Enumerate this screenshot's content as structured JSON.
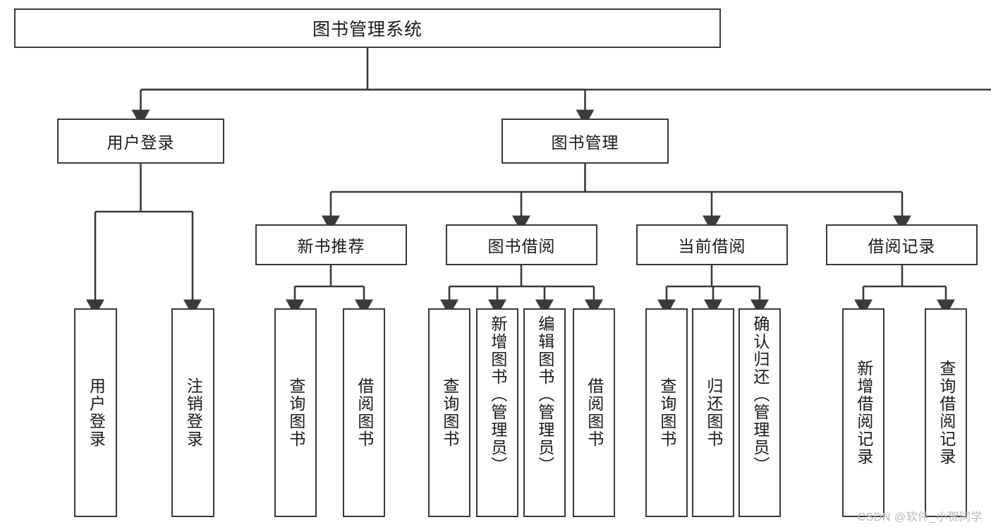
{
  "diagram": {
    "type": "tree-hierarchy",
    "title": "图书管理系统",
    "orientation": "top-down",
    "stroke_color": "#3a3a3a",
    "fill_color": "#ffffff",
    "text_color": "#1a1a1a"
  },
  "root": {
    "label": "图书管理系统"
  },
  "level1": [
    {
      "label": "用户登录"
    },
    {
      "label": "图书管理"
    }
  ],
  "level2": [
    {
      "label": "新书推荐"
    },
    {
      "label": "图书借阅"
    },
    {
      "label": "当前借阅"
    },
    {
      "label": "借阅记录"
    }
  ],
  "leaves": [
    {
      "label": "用户登录",
      "parent": "用户登录"
    },
    {
      "label": "注销登录",
      "parent": "用户登录"
    },
    {
      "label": "查询图书",
      "parent": "新书推荐"
    },
    {
      "label": "借阅图书",
      "parent": "新书推荐"
    },
    {
      "label": "查询图书",
      "parent": "图书借阅"
    },
    {
      "label": "新增图书（管理员）",
      "parent": "图书借阅"
    },
    {
      "label": "编辑图书（管理员）",
      "parent": "图书借阅"
    },
    {
      "label": "借阅图书",
      "parent": "图书借阅"
    },
    {
      "label": "查询图书",
      "parent": "当前借阅"
    },
    {
      "label": "归还图书",
      "parent": "当前借阅"
    },
    {
      "label": "确认归还（管理员）",
      "parent": "当前借阅"
    },
    {
      "label": "新增借阅记录",
      "parent": "借阅记录"
    },
    {
      "label": "查询借阅记录",
      "parent": "借阅记录"
    }
  ],
  "watermark": {
    "text": "CSDN @软件_小贺同学"
  }
}
